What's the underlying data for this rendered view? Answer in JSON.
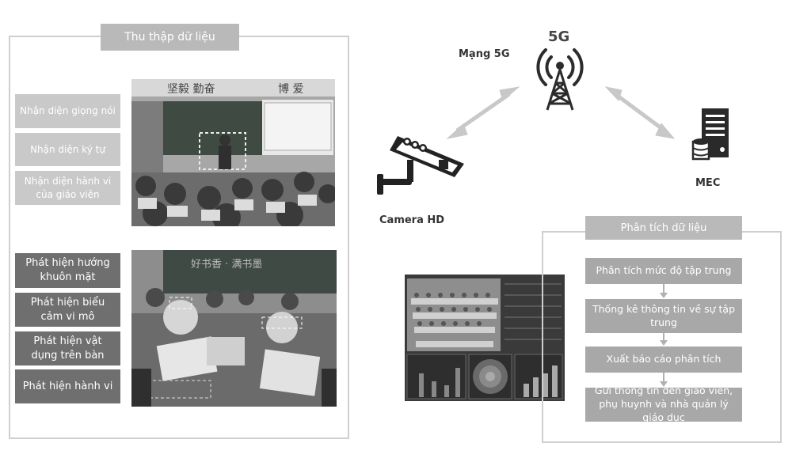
{
  "collect": {
    "title": "Thu thập dữ liệu",
    "group_top": [
      "Nhận diện giọng nói",
      "Nhận diện ký tự",
      "Nhận diện hành vi của giáo viên"
    ],
    "group_bottom": [
      "Phát hiện hướng khuôn mặt",
      "Phát hiện biểu cảm vi mô",
      "Phát hiện vật dụng trên bàn",
      "Phát hiện hành vi"
    ]
  },
  "network": {
    "mang_5g_label": "Mạng 5G",
    "tower_label": "5G",
    "camera_label": "Camera HD",
    "mec_label": "MEC"
  },
  "analysis": {
    "title": "Phân tích dữ liệu",
    "steps": [
      "Phân tích mức độ tập trung",
      "Thống kê thông tin về sự tập trung",
      "Xuất báo cáo phân tích",
      "Gửi thông tin đến giáo viên, phụ huynh và nhà quản lý giáo dục"
    ]
  },
  "colors": {
    "dark_box": "#6f6f6f",
    "light_box": "#c9c9c9",
    "flow_box": "#a8a8a8",
    "title_pill": "#b9b9b9",
    "arrow": "#c8c8c8"
  }
}
